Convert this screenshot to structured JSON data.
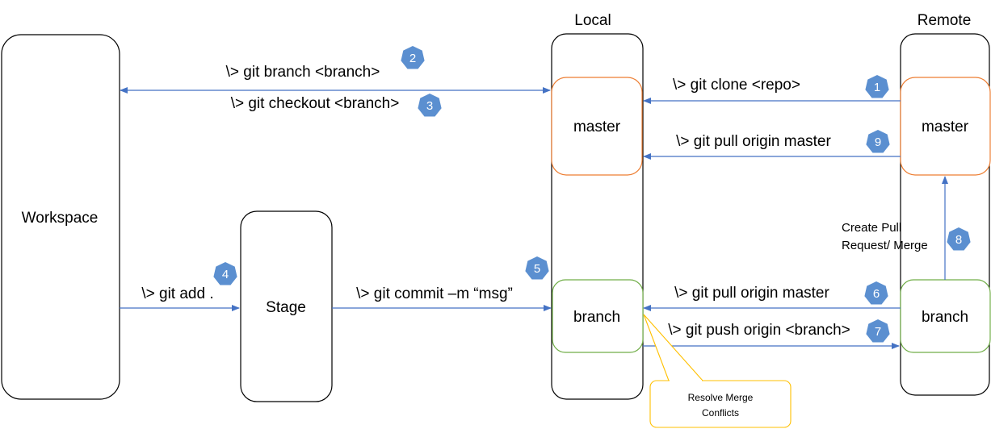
{
  "columns": {
    "local": "Local",
    "remote": "Remote"
  },
  "boxes": {
    "workspace": "Workspace",
    "stage": "Stage",
    "local_master": "master",
    "local_branch": "branch",
    "remote_master": "master",
    "remote_branch": "branch"
  },
  "commands": {
    "git_branch": "\\> git branch <branch>",
    "git_checkout": "\\> git checkout <branch>",
    "git_add": "\\> git add .",
    "git_commit": "\\> git commit –m “msg”",
    "git_clone": "\\> git clone <repo>",
    "git_pull_master": "\\> git pull origin master",
    "git_pull_branch": "\\> git pull origin master",
    "git_push": "\\> git push origin <branch>",
    "pull_request_line1": "Create Pull",
    "pull_request_line2": "Request/ Merge"
  },
  "callout": {
    "line1": "Resolve Merge",
    "line2": "Conflicts"
  },
  "badges": {
    "clone": "1",
    "branch": "2",
    "checkout": "3",
    "add": "4",
    "commit": "5",
    "pull_branch": "6",
    "push": "7",
    "pull_request": "8",
    "pull_master": "9"
  },
  "colors": {
    "arrow": "#4472c4",
    "badge": "#5b8fd0",
    "master_border": "#ed7d31",
    "branch_border": "#70ad47",
    "callout_border": "#ffc000"
  }
}
